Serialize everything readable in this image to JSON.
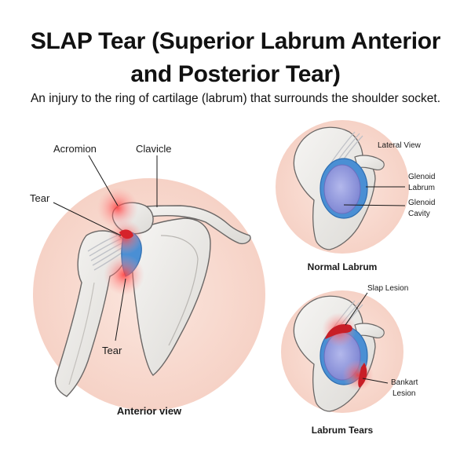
{
  "title_line1": "SLAP Tear (Superior Labrum Anterior",
  "title_line2": "and Posterior Tear)",
  "subtitle": "An injury to the ring of cartilage (labrum) that surrounds the shoulder socket.",
  "anterior": {
    "label_acromion": "Acromion",
    "label_clavicle": "Clavicle",
    "label_tear_top": "Tear",
    "label_tear_bottom": "Tear",
    "caption": "Anterior view"
  },
  "normal": {
    "label_lateral": "Lateral View",
    "label_glenoid_labrum_1": "Glenoid",
    "label_glenoid_labrum_2": "Labrum",
    "label_glenoid_cavity_1": "Glenoid",
    "label_glenoid_cavity_2": "Cavity",
    "caption": "Normal Labrum"
  },
  "tears": {
    "label_slap": "Slap Lesion",
    "label_bankart_1": "Bankart",
    "label_bankart_2": "Lesion",
    "caption": "Labrum Tears"
  },
  "colors": {
    "circle_bg": "#f7d9cf",
    "bone": "#ecebe8",
    "bone_outline": "#6a6766",
    "labrum_blue": "#4a8fd4",
    "cavity_purple": "#8f96d9",
    "tear_red": "#e0252d"
  }
}
